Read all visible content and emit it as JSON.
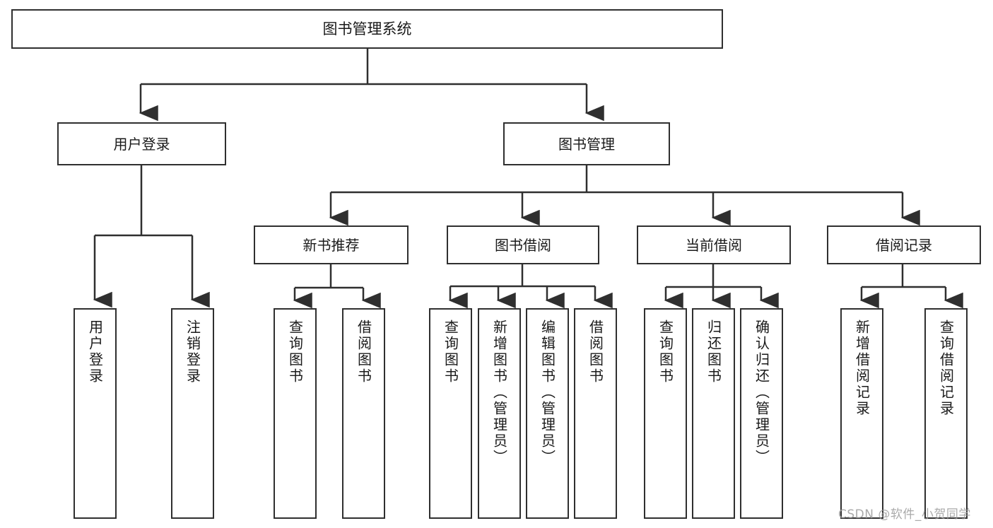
{
  "diagram": {
    "title": "图书管理系统",
    "type": "tree",
    "root": {
      "label": "图书管理系统"
    },
    "level2": [
      {
        "label": "用户登录"
      },
      {
        "label": "图书管理"
      }
    ],
    "level3": [
      {
        "label": "新书推荐"
      },
      {
        "label": "图书借阅"
      },
      {
        "label": "当前借阅"
      },
      {
        "label": "借阅记录"
      }
    ],
    "leaves": {
      "user_login": [
        {
          "label": "用户登录"
        },
        {
          "label": "注销登录"
        }
      ],
      "new_book_recommend": [
        {
          "label": "查询图书"
        },
        {
          "label": "借阅图书"
        }
      ],
      "book_borrow": [
        {
          "label": "查询图书"
        },
        {
          "label": "新增图书（管理员）"
        },
        {
          "label": "编辑图书（管理员）"
        },
        {
          "label": "借阅图书"
        }
      ],
      "current_borrow": [
        {
          "label": "查询图书"
        },
        {
          "label": "归还图书"
        },
        {
          "label": "确认归还（管理员）"
        }
      ],
      "borrow_record": [
        {
          "label": "新增借阅记录"
        },
        {
          "label": "查询借阅记录"
        }
      ]
    }
  },
  "watermark": {
    "text": "CSDN @软件_小贺同学"
  },
  "colors": {
    "stroke": "#2f2f2f",
    "background": "#ffffff",
    "text": "#1a1a1a",
    "watermark": "#9b9b9b"
  }
}
